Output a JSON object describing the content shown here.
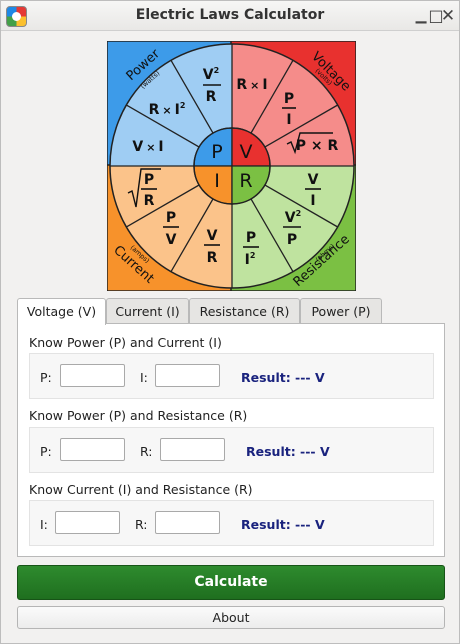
{
  "window": {
    "title": "Electric Laws Calculator"
  },
  "wheel": {
    "quadrants": {
      "power": {
        "label": "Power",
        "unit": "(watts)",
        "color": "#3d9be9"
      },
      "voltage": {
        "label": "Voltage",
        "unit": "(volts)",
        "color": "#e8312f"
      },
      "current": {
        "label": "Current",
        "unit": "(amps)",
        "color": "#f7922b"
      },
      "resistance": {
        "label": "Resistance",
        "unit": "(ohms)",
        "color": "#7bc043"
      }
    },
    "center": {
      "p": "P",
      "v": "V",
      "i": "I",
      "r": "R"
    },
    "formulas": {
      "v2r_num": "V",
      "v2r_sup": "2",
      "v2r_den": "R",
      "ri2_a": "R",
      "ri2_x": "×",
      "ri2_b": "I",
      "ri2_sup": "2",
      "vi_a": "V",
      "vi_x": "×",
      "vi_b": "I",
      "rxi_a": "R",
      "rxi_x": "×",
      "rxi_b": "I",
      "pi_num": "P",
      "pi_den": "I",
      "sqrt_pr": "P × R",
      "sqrt_pr_num": "P",
      "sqrt_pr_den": "R",
      "pv_num": "P",
      "pv_den": "V",
      "vr_num": "V",
      "vr_den": "R",
      "vi2_num": "V",
      "vi2_den": "I",
      "v2p_num": "V",
      "v2p_sup": "2",
      "v2p_den": "P",
      "pi2_num": "P",
      "pi2_den": "I",
      "pi2_sup": "2"
    }
  },
  "tabs": [
    "Voltage (V)",
    "Current (I)",
    "Resistance (R)",
    "Power (P)"
  ],
  "sections": [
    {
      "title": "Know Power (P) and Current (I)",
      "label1": "P:",
      "label2": "I:",
      "result": "Result: --- V"
    },
    {
      "title": "Know Power (P) and Resistance (R)",
      "label1": "P:",
      "label2": "R:",
      "result": "Result: --- V"
    },
    {
      "title": "Know Current (I) and Resistance (R)",
      "label1": "I:",
      "label2": "R:",
      "result": "Result: --- V"
    }
  ],
  "buttons": {
    "calculate": "Calculate",
    "about": "About"
  }
}
